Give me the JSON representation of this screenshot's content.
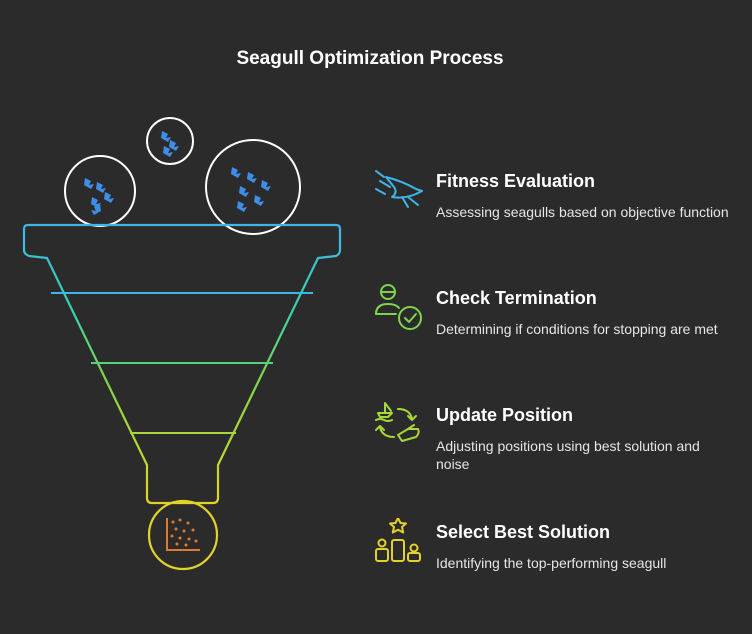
{
  "title": "Seagull Optimization Process",
  "colors": {
    "background": "#2b2b2b",
    "blue": "#3fb6e8",
    "teal": "#38d2b0",
    "green": "#7fd54a",
    "lime": "#b7d92e",
    "yellow": "#e3d22a",
    "bird": "#3e8ee8",
    "scatter": "#e07b2c"
  },
  "steps": [
    {
      "heading": "Fitness Evaluation",
      "description": "Assessing seagulls based on objective function",
      "icon": "seagull-icon"
    },
    {
      "heading": "Check Termination",
      "description": "Determining if conditions for stopping are met",
      "icon": "person-check-icon"
    },
    {
      "heading": "Update Position",
      "description": "Adjusting positions using best solution and noise",
      "icon": "move-boat-icon"
    },
    {
      "heading": "Select Best Solution",
      "description": "Identifying the top-performing seagull",
      "icon": "podium-star-icon"
    }
  ]
}
